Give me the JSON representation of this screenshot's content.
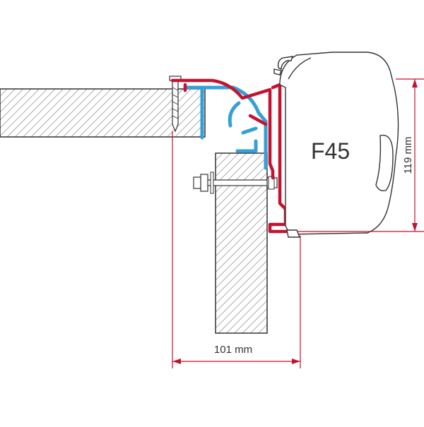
{
  "labels": {
    "model": "F45",
    "height_dimension": "119 mm",
    "width_dimension": "101 mm"
  },
  "colors": {
    "background": "#ffffff",
    "outline": "#333333",
    "hatch": "#888888",
    "dimension": "#c4122f",
    "adapter_profile": "#c4122f",
    "support_profile": "#35a0d8",
    "awning_fill": "#ffffff"
  }
}
